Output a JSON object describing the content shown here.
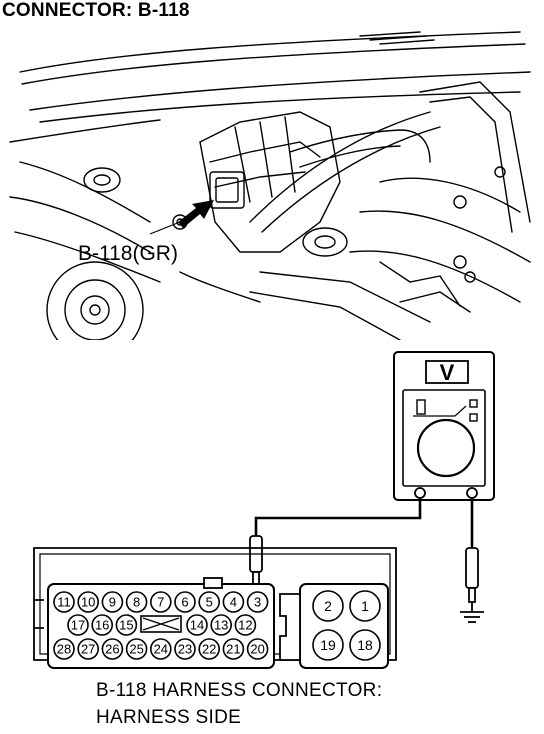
{
  "title": "CONNECTOR: B-118",
  "callout_label": "B-118(GR)",
  "meter": {
    "symbol": "V"
  },
  "connector": {
    "left_row1": [
      "11",
      "10",
      "9",
      "8",
      "7",
      "6",
      "5",
      "4",
      "3"
    ],
    "left_row2_left": [
      "17",
      "16",
      "15"
    ],
    "left_row2_right": [
      "14",
      "13",
      "12"
    ],
    "left_row3": [
      "28",
      "27",
      "26",
      "25",
      "24",
      "23",
      "22",
      "21",
      "20"
    ],
    "right_pins": [
      "2",
      "1",
      "19",
      "18"
    ]
  },
  "caption": {
    "line1": "B-118 HARNESS CONNECTOR:",
    "line2": "HARNESS SIDE"
  }
}
